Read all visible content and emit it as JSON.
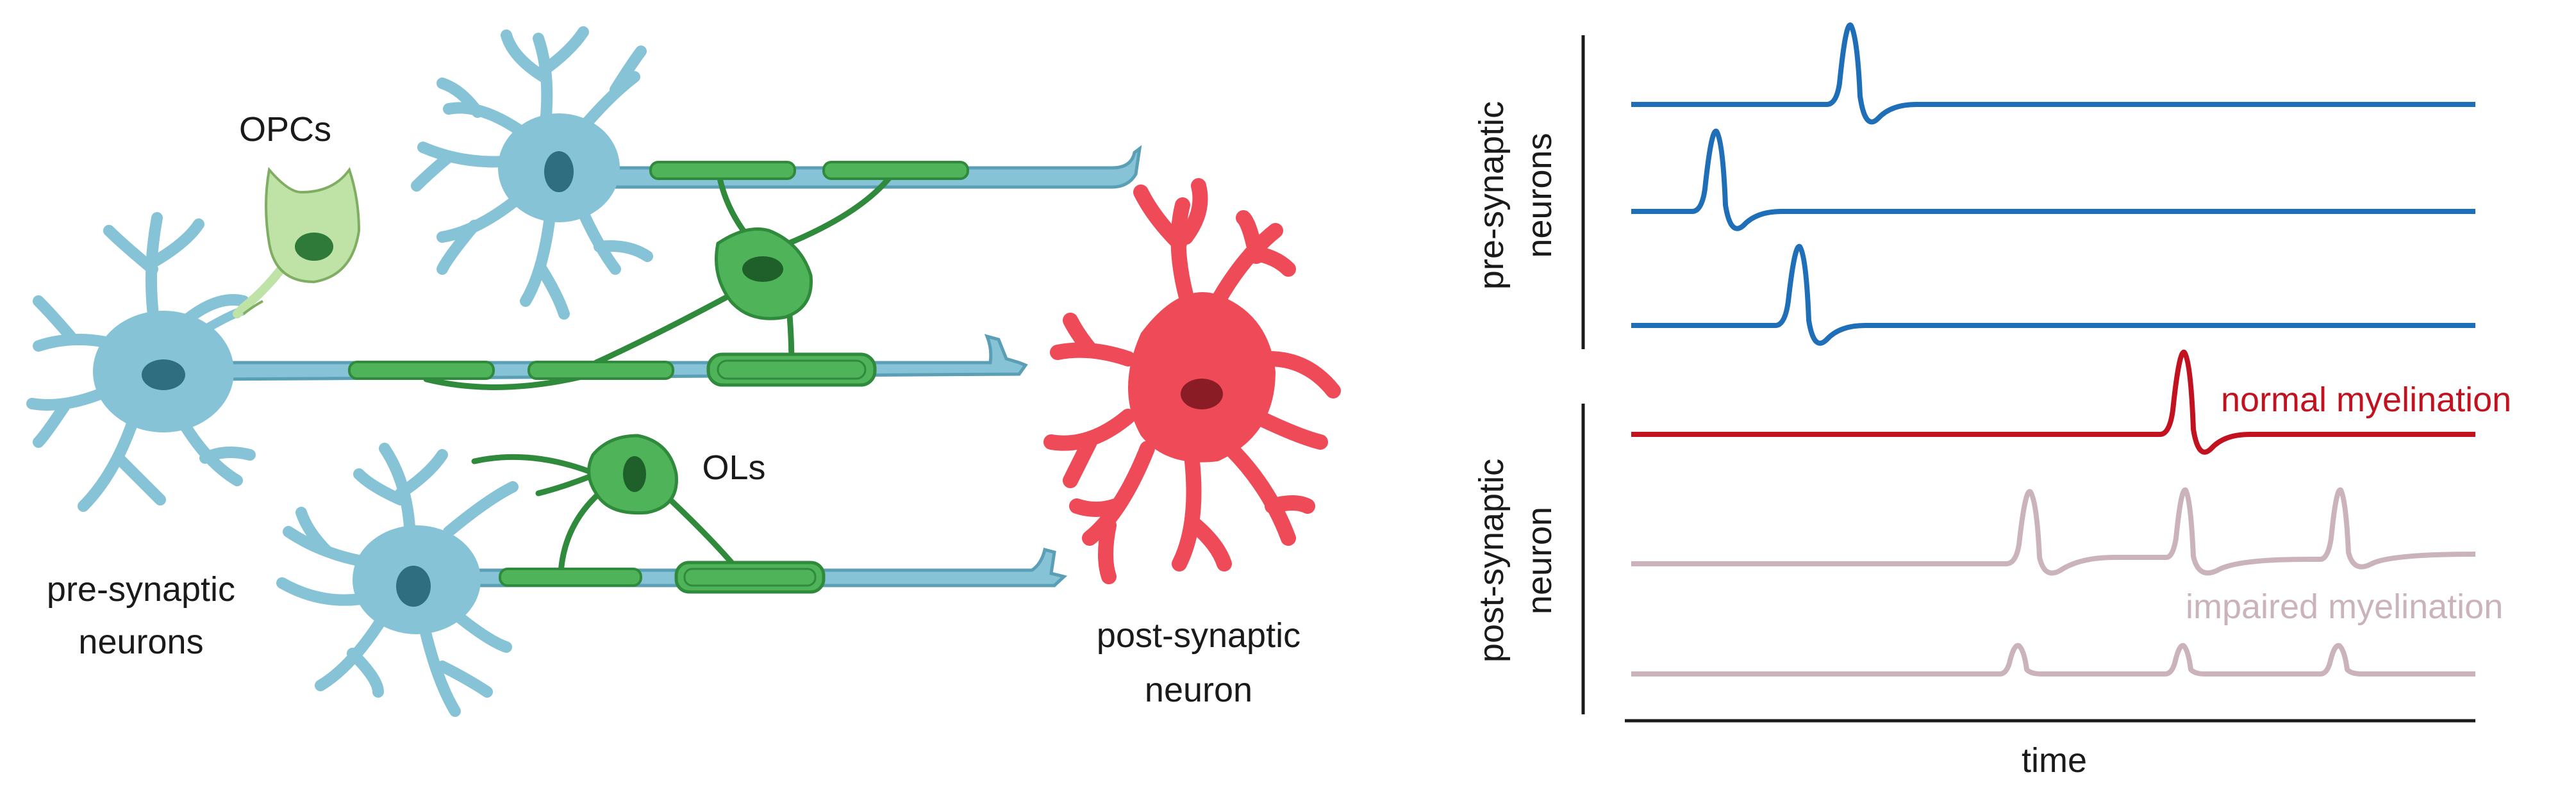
{
  "diagram": {
    "labels": {
      "opcs": "OPCs",
      "ols": "OLs",
      "pre_synaptic_line1": "pre-synaptic",
      "pre_synaptic_line2": "neurons",
      "post_synaptic_line1": "post-synaptic",
      "post_synaptic_line2": "neuron"
    },
    "colors": {
      "neuron_blue": "#86c3d6",
      "neuron_blue_stroke": "#5a9fb5",
      "nucleus_blue": "#2f6e80",
      "oligo_green": "#4fb35a",
      "oligo_green_stroke": "#2f8a3c",
      "opc_green": "#bfe2a6",
      "post_red": "#ee4a57",
      "post_nucleus": "#8a1c25"
    }
  },
  "traces": {
    "axis_labels": {
      "pre_line1": "pre-synaptic",
      "pre_line2": "neurons",
      "post_line1": "post-synaptic",
      "post_line2": "neuron",
      "time": "time"
    },
    "series_labels": {
      "normal": "normal myelination",
      "impaired": "impaired myelination"
    },
    "colors": {
      "pre": "#1f6fb8",
      "normal": "#c3121f",
      "impaired": "#cbb3bb",
      "axis": "#1a1a1a"
    }
  }
}
